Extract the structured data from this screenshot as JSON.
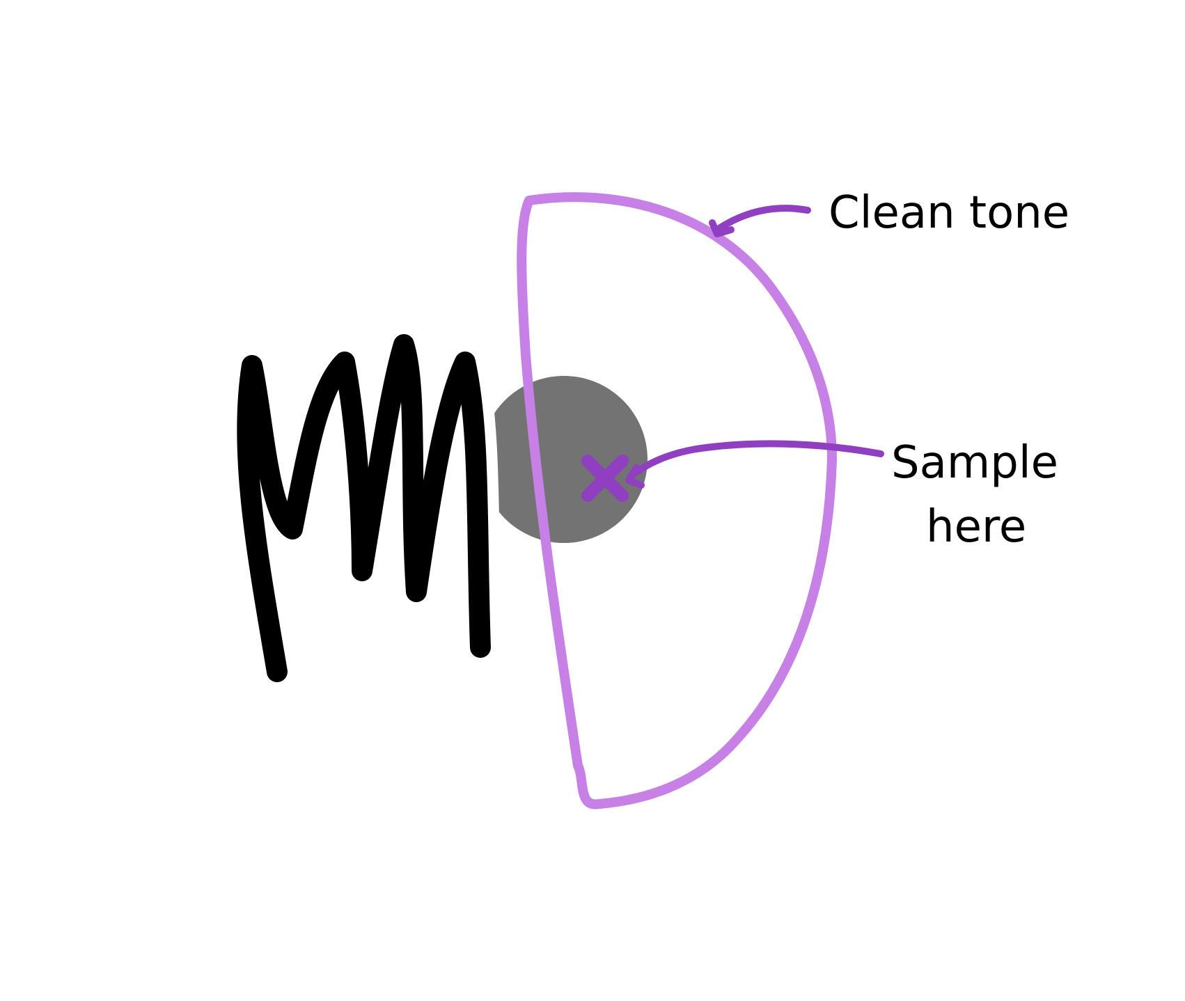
{
  "labels": {
    "clean_tone": "Clean tone",
    "sample_here_line1": "Sample",
    "sample_here_line2": "here"
  },
  "colors": {
    "background": "#ffffff",
    "halftone": "#000000",
    "scribble": "#000000",
    "outline": "#c680e6",
    "accent": "#8f3fc0",
    "label_text": "#000000"
  },
  "icons": {
    "sample_marker": "x-mark-icon"
  }
}
